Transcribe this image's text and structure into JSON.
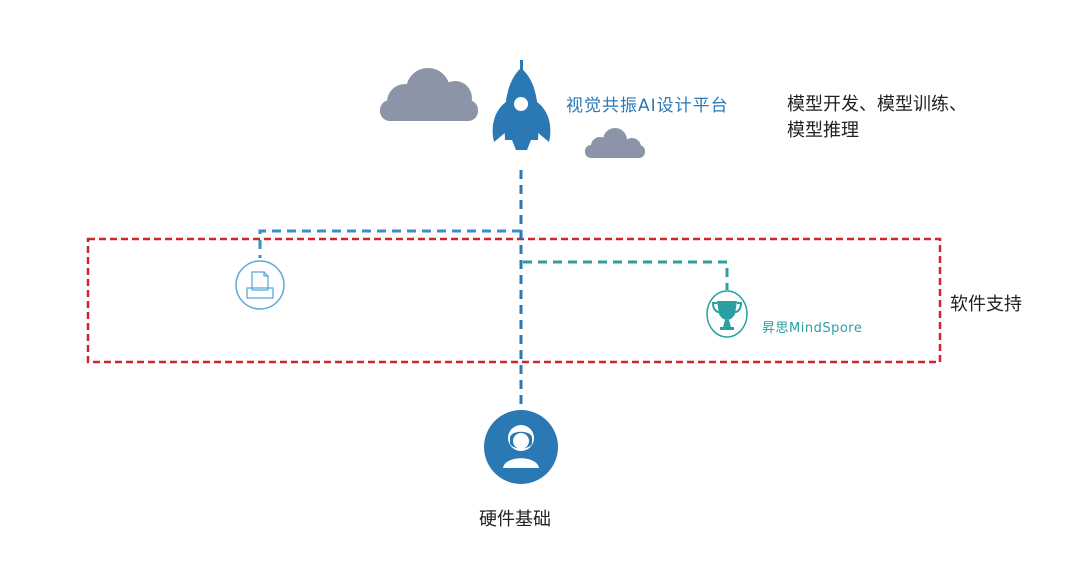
{
  "platform": {
    "label": "视觉共振AI设计平台",
    "icon": "rocket-icon"
  },
  "platform_desc": {
    "line1": "模型开发、模型训练、",
    "line2": "模型推理"
  },
  "software": {
    "label": "软件支持",
    "mindspore_label": "昇思MindSpore"
  },
  "hardware": {
    "label": "硬件基础",
    "icon": "person-icon"
  },
  "colors": {
    "blue": "#2a78b4",
    "teal": "#2aa0a0",
    "red": "#d0262a",
    "cloud": "#8c95a8"
  }
}
